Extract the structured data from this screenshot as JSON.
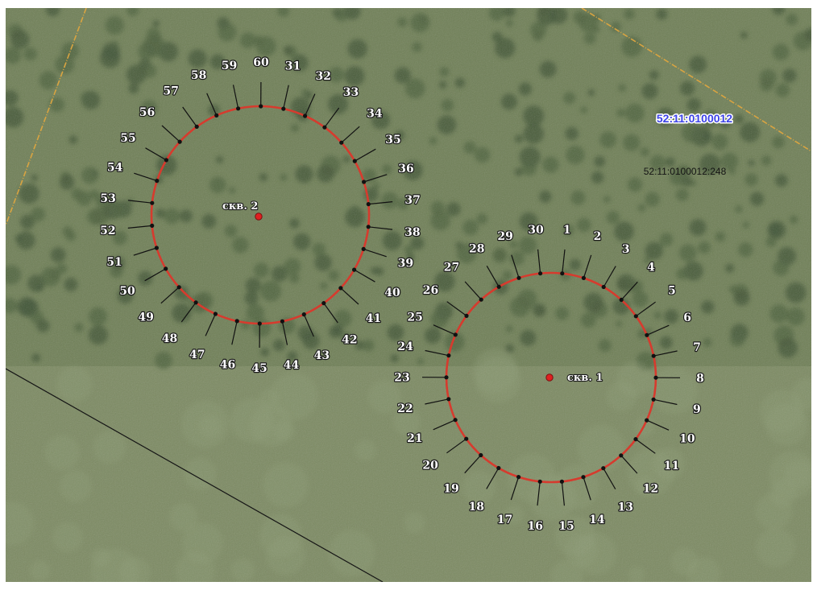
{
  "map": {
    "cadastral_block": "52:11:0100012",
    "cadastral_parcel": "52:11:0100012:248",
    "colors": {
      "buffer_circle": "#d63b2e",
      "well_marker": "#e02020",
      "boundary_line": "#d9a441",
      "field_edge": "#151515",
      "cadastral_block_text": "#3d43e8"
    },
    "wells": [
      {
        "id": "well-1",
        "label": "скв. 1",
        "points": [
          "1",
          "2",
          "3",
          "4",
          "5",
          "6",
          "7",
          "8",
          "9",
          "10",
          "11",
          "12",
          "13",
          "14",
          "15",
          "16",
          "17",
          "18",
          "19",
          "20",
          "21",
          "22",
          "23",
          "24",
          "25",
          "26",
          "27",
          "28",
          "29",
          "30"
        ]
      },
      {
        "id": "well-2",
        "label": "скв. 2",
        "points": [
          "31",
          "32",
          "33",
          "34",
          "35",
          "36",
          "37",
          "38",
          "39",
          "40",
          "41",
          "42",
          "43",
          "44",
          "45",
          "46",
          "47",
          "48",
          "49",
          "50",
          "51",
          "52",
          "53",
          "54",
          "55",
          "56",
          "57",
          "58",
          "59",
          "60"
        ]
      }
    ]
  }
}
